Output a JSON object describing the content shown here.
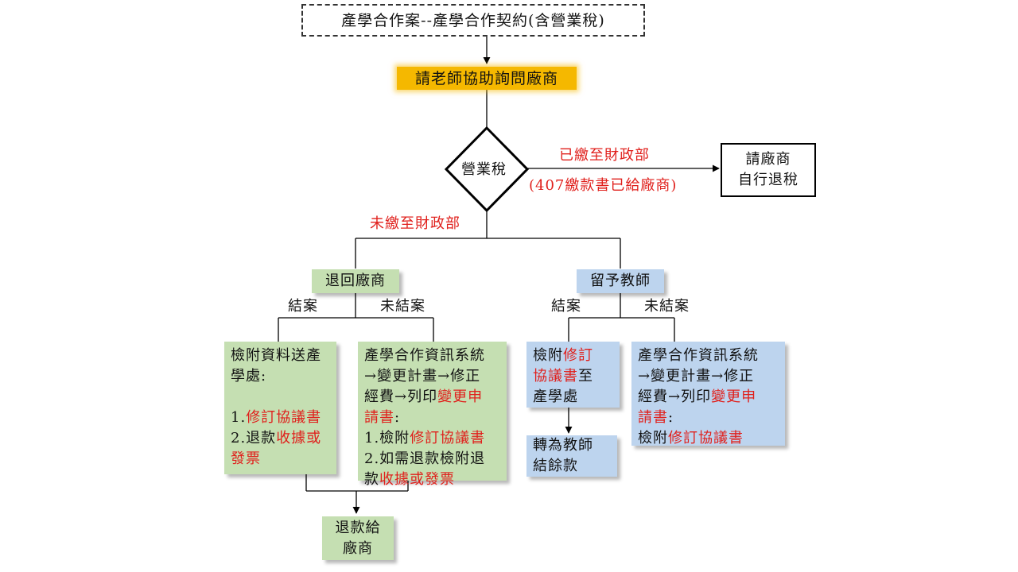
{
  "colors": {
    "yellow": "#f5b800",
    "green": "#c5dfb2",
    "blue": "#bdd4ee",
    "red_text": "#e0201c",
    "line": "#000000"
  },
  "title": "產學合作案--產學合作契約(含營業稅)",
  "step1": "請老師協助詢問廠商",
  "decision": "營業稅",
  "paid": {
    "label": "已繳至財政部",
    "note": "(407繳款書已給廠商)",
    "result_line1": "請廠商",
    "result_line2": "自行退稅"
  },
  "unpaid_label": "未繳至財政部",
  "refund": {
    "title": "退回廠商",
    "closed_label": "結案",
    "open_label": "未結案",
    "closed_box": {
      "line1": "檢附資料送產",
      "line2": "學處:",
      "item1_prefix": "1.",
      "item1_red": "修訂協議書",
      "item2_prefix": "2.退款",
      "item2_red_a": "收據或",
      "item2_red_b": "發票"
    },
    "open_box": {
      "line1": "產學合作資訊系統",
      "line2": "→變更計畫→修正",
      "line3_black": "經費→列印",
      "line3_red": "變更申",
      "line4_red": "請書",
      "line4_black": ":",
      "item1_black": "1.檢附",
      "item1_red": "修訂協議書",
      "item2_black": "2.如需退款檢附退",
      "item3_black": "款",
      "item3_red": "收據或發票"
    },
    "final_line1": "退款給",
    "final_line2": "廠商"
  },
  "keep": {
    "title": "留予教師",
    "closed_label": "結案",
    "open_label": "未結案",
    "closed_box": {
      "l1_black": "檢附",
      "l1_red": "修訂",
      "l2_red": "協議書",
      "l2_black": "至",
      "l3_black": "產學處"
    },
    "result_line1": "轉為教師",
    "result_line2": "結餘款",
    "open_box": {
      "line1": "產學合作資訊系統",
      "line2": "→變更計畫→修正",
      "line3_black": "經費→列印",
      "line3_red": "變更申",
      "line4_red": "請書",
      "line4_black": ":",
      "line5_black": "檢附",
      "line5_red": "修訂協議書"
    }
  }
}
